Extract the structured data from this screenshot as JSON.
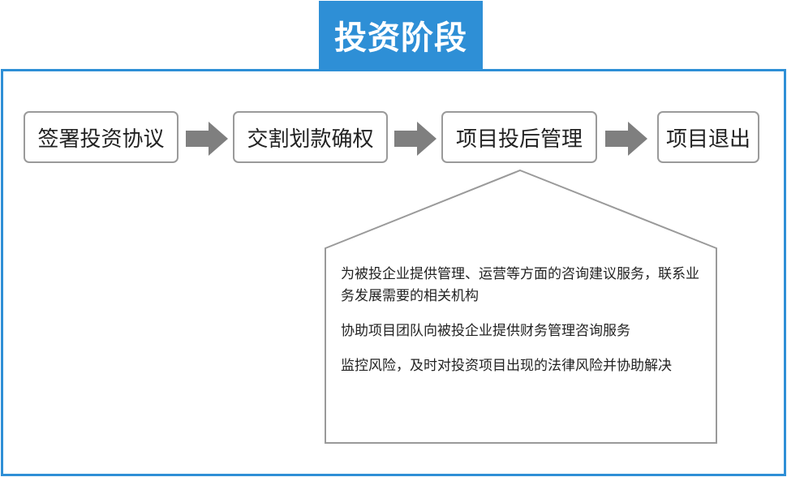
{
  "title": "投资阶段",
  "steps": [
    {
      "label": "签署投资协议"
    },
    {
      "label": "交割划款确权"
    },
    {
      "label": "项目投后管理"
    },
    {
      "label": "项目退出"
    }
  ],
  "callout": {
    "items": [
      "为被投企业提供管理、运营等方面的咨询建议服务，联系业务发展需要的相关机构",
      "协助项目团队向被投企业提供财务管理咨询服务",
      "监控风险，及时对投资项目出现的法律风险并协助解决"
    ]
  },
  "colors": {
    "accent": "#2e8fd6",
    "arrow": "#7f7f7f",
    "box_border": "#9a9a9a"
  }
}
